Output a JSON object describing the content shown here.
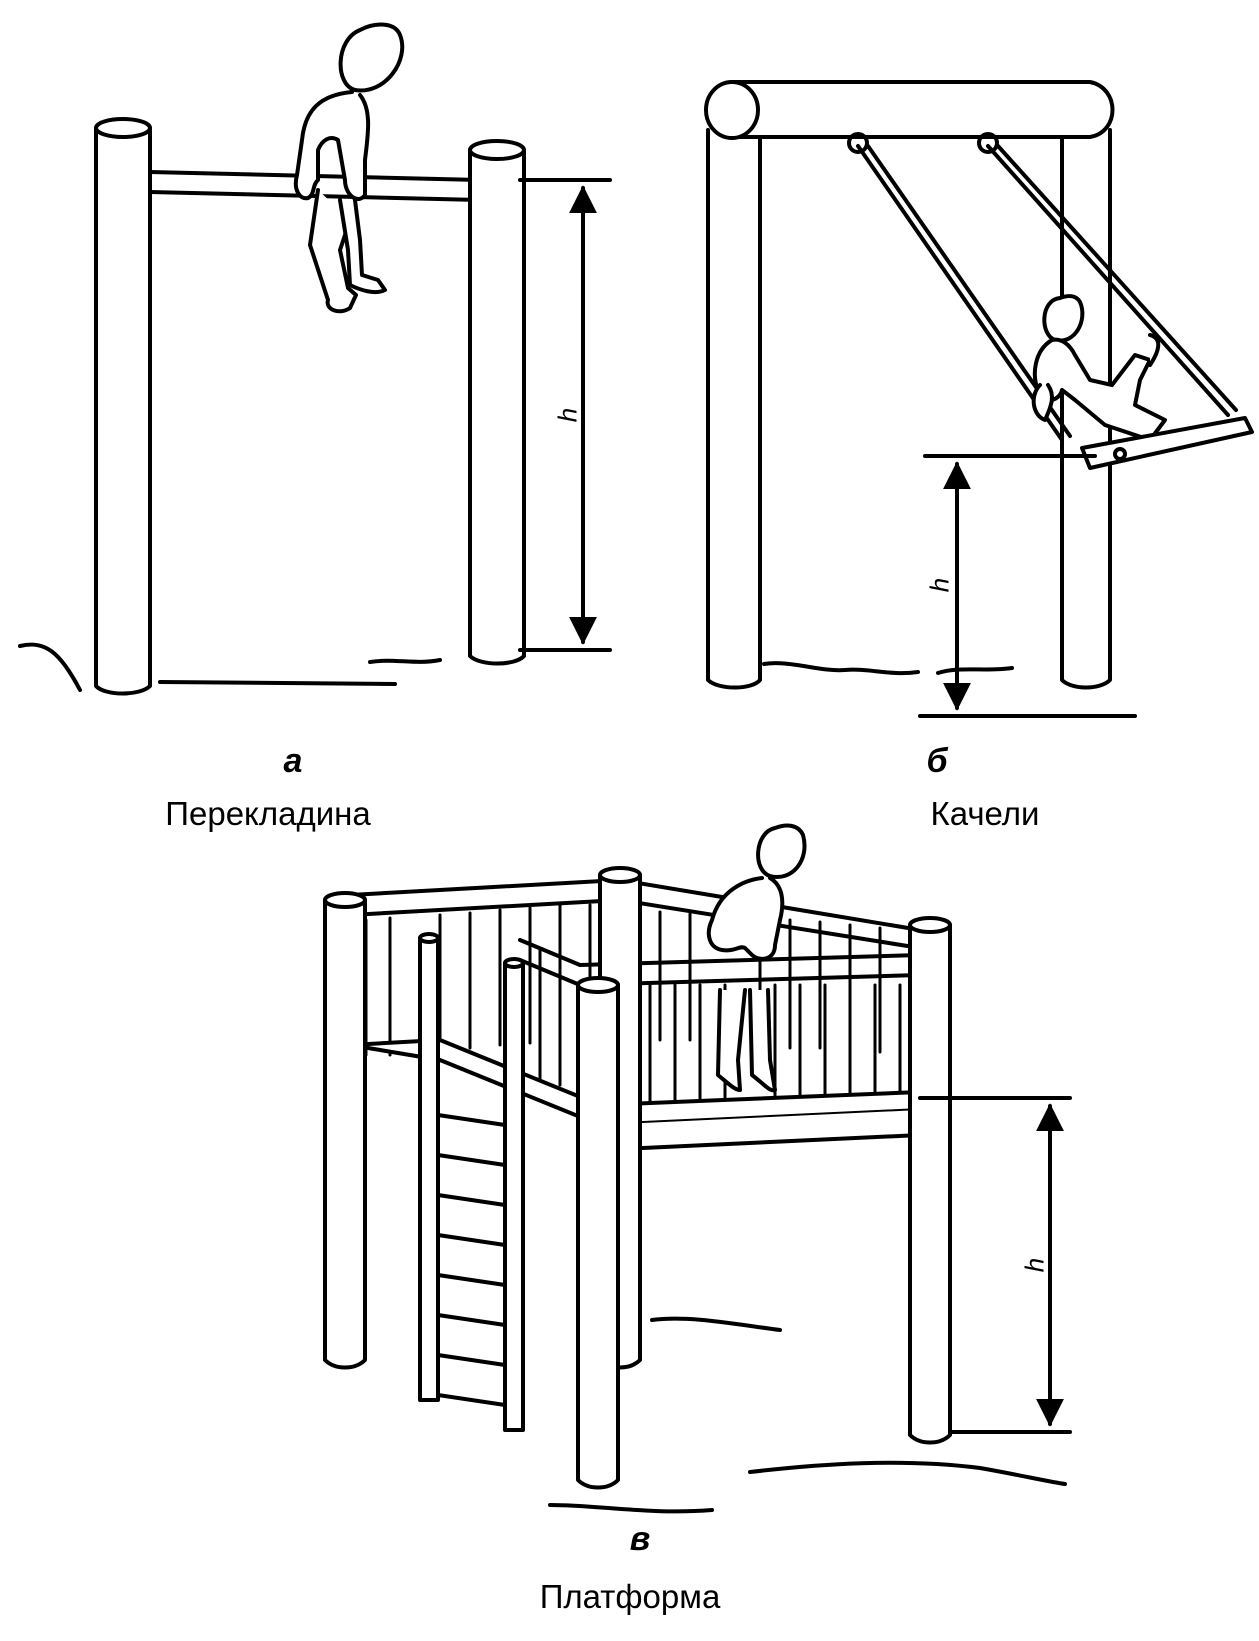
{
  "figures": [
    {
      "letter": "а",
      "caption": "Перекладина",
      "dimension": "h"
    },
    {
      "letter": "б",
      "caption": "Качели",
      "dimension": "h"
    },
    {
      "letter": "в",
      "caption": "Платформа",
      "dimension": "h"
    }
  ],
  "colors": {
    "ink": "#000000",
    "paper": "#ffffff"
  }
}
